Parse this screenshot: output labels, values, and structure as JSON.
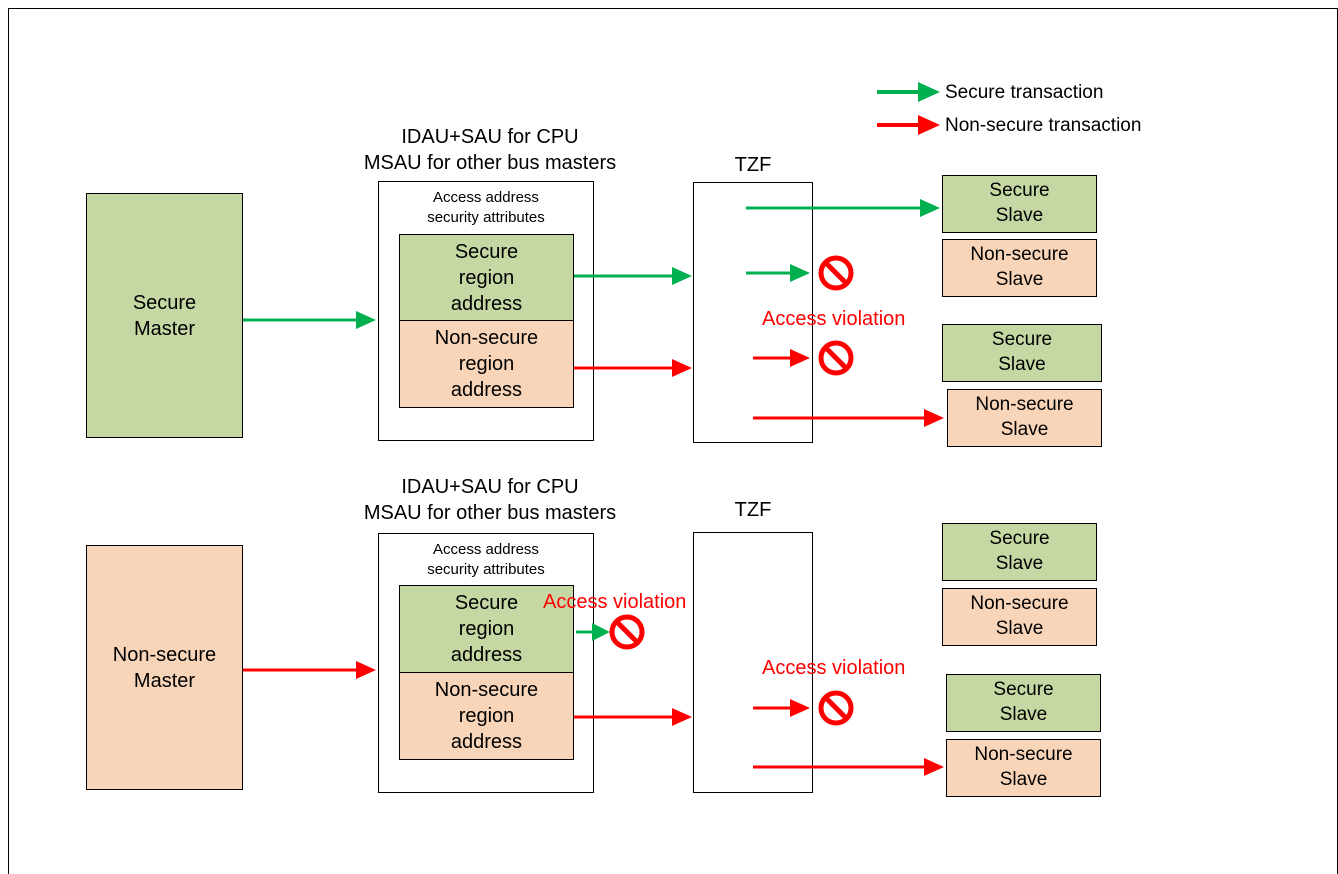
{
  "legend": {
    "secure": "Secure transaction",
    "nonsecure": "Non-secure transaction"
  },
  "top": {
    "title_line1": "IDAU+SAU for CPU",
    "title_line2": "MSAU for other bus masters",
    "master_line1": "Secure",
    "master_line2": "Master",
    "attr_line1": "Access address",
    "attr_line2": "security attributes",
    "secure_region": [
      "Secure",
      "region",
      "address"
    ],
    "nonsecure_region": [
      "Non-secure",
      "region",
      "address"
    ],
    "tzf": "TZF",
    "violation": "Access violation",
    "slaves": [
      [
        "Secure",
        "Slave"
      ],
      [
        "Non-secure",
        "Slave"
      ],
      [
        "Secure",
        "Slave"
      ],
      [
        "Non-secure",
        "Slave"
      ]
    ]
  },
  "bottom": {
    "title_line1": "IDAU+SAU for CPU",
    "title_line2": "MSAU for other bus masters",
    "master_line1": "Non-secure",
    "master_line2": "Master",
    "attr_line1": "Access address",
    "attr_line2": "security attributes",
    "secure_region": [
      "Secure",
      "region",
      "address"
    ],
    "nonsecure_region": [
      "Non-secure",
      "region",
      "address"
    ],
    "tzf": "TZF",
    "violation_sau": "Access violation",
    "violation_tzf": "Access violation",
    "slaves": [
      [
        "Secure",
        "Slave"
      ],
      [
        "Non-secure",
        "Slave"
      ],
      [
        "Secure",
        "Slave"
      ],
      [
        "Non-secure",
        "Slave"
      ]
    ]
  },
  "colors": {
    "secure_fill": "#c5d8a4",
    "nonsecure_fill": "#f8d5b9",
    "secure_arrow": "#00b050",
    "nonsecure_arrow": "#ff0000",
    "violation": "#ff0000"
  },
  "icons": {
    "prohibited": "prohibited-icon"
  }
}
